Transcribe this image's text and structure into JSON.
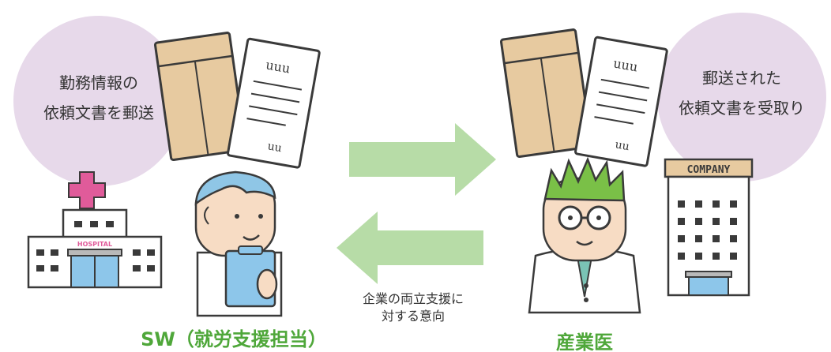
{
  "left_bubble": {
    "line1": "勤務情報の",
    "line2": "依頼文書を郵送"
  },
  "right_bubble": {
    "line1": "郵送された",
    "line2": "依頼文書を受取り"
  },
  "hospital_sign": "HOSPITAL",
  "company_sign": "COMPANY",
  "letter_heading": "uuu",
  "letter_signature": "uu",
  "arrow_note": {
    "line1": "企業の両立支援に",
    "line2": "対する意向"
  },
  "left_person_label": "SW（就労支援担当）",
  "right_person_label": "産業医",
  "colors": {
    "bubble": "#e7d9ea",
    "arrow": "#b7dca7",
    "label_green": "#4fa73a",
    "skin": "#f7dcc4",
    "doctor_hair": "#7ac047",
    "sw_hair": "#8fc6e6",
    "envelope": "#e7caa0",
    "cross": "#e05b9a",
    "clipboard": "#8dc6ea"
  },
  "icons": [
    "hospital-icon",
    "company-building-icon",
    "envelope-icon",
    "document-icon",
    "arrow-right-icon",
    "arrow-left-icon"
  ]
}
